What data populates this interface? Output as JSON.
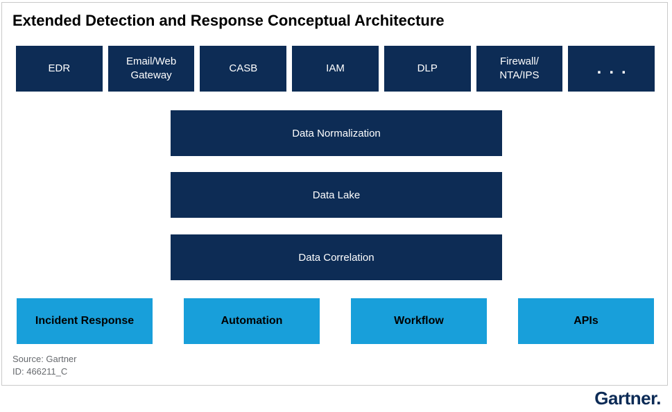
{
  "title": "Extended Detection and Response Conceptual Architecture",
  "colors": {
    "navy_box": "#0d2c55",
    "light_blue_box": "#189fda",
    "navy_box_text": "#ffffff",
    "blue_box_text": "#000000",
    "source_text": "#66696d",
    "frame_border": "#c9c9c9",
    "logo_navy": "#0c2b56"
  },
  "top_row": {
    "items": [
      {
        "label": "EDR"
      },
      {
        "label": "Email/Web\nGateway"
      },
      {
        "label": "CASB"
      },
      {
        "label": "IAM"
      },
      {
        "label": "DLP"
      },
      {
        "label": "Firewall/\nNTA/IPS"
      },
      {
        "label": "..."
      }
    ]
  },
  "pipeline": {
    "items": [
      {
        "label": "Data Normalization"
      },
      {
        "label": "Data Lake"
      },
      {
        "label": "Data Correlation"
      }
    ]
  },
  "bottom_row": {
    "items": [
      {
        "label": "Incident Response"
      },
      {
        "label": "Automation"
      },
      {
        "label": "Workflow"
      },
      {
        "label": "APIs"
      }
    ]
  },
  "footer": {
    "source": "Source: Gartner",
    "doc_id": "ID: 466211_C",
    "logo_text": "Gartner."
  }
}
